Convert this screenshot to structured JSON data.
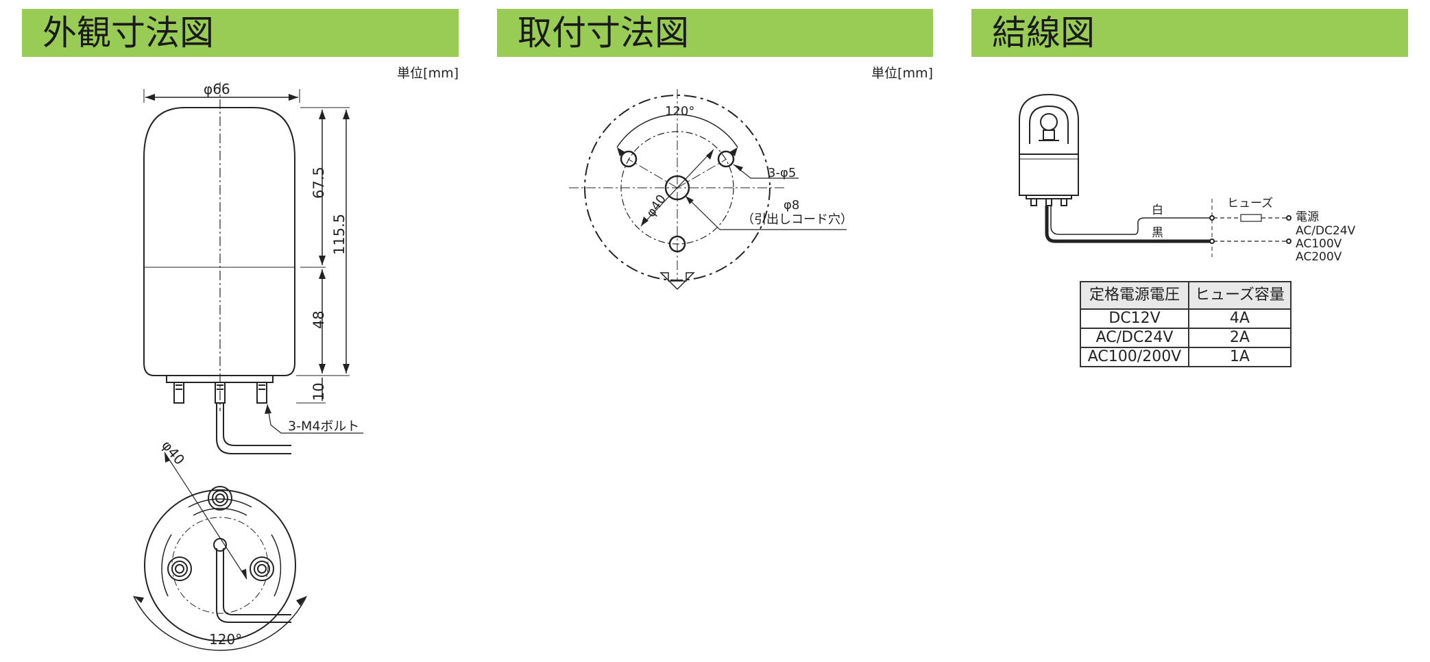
{
  "panels": {
    "external": {
      "title": "外観寸法図",
      "unit": "単位[mm]"
    },
    "mounting": {
      "title": "取付寸法図",
      "unit": "単位[mm]"
    },
    "wiring": {
      "title": "結線図"
    }
  },
  "external_dims": {
    "width": "φ66",
    "dome": "67.5",
    "total": "115.5",
    "base": "48",
    "bolt_len": "10",
    "bolts": "3-M4ボルト",
    "bottom_circle": "φ40",
    "bottom_angle": "120°"
  },
  "mounting_dims": {
    "angle": "120°",
    "holes": "3-φ5",
    "pcd": "φ40",
    "cord_hole": "φ8",
    "cord_hole_note": "（引出しコード穴）"
  },
  "wiring": {
    "white": "白",
    "black": "黒",
    "fuse": "ヒューズ",
    "power": "電源",
    "voltages": [
      "AC/DC24V",
      "AC100V",
      "AC200V"
    ]
  },
  "fuse_table": {
    "headers": [
      "定格電源電圧",
      "ヒューズ容量"
    ],
    "rows": [
      [
        "DC12V",
        "4A"
      ],
      [
        "AC/DC24V",
        "2A"
      ],
      [
        "AC100/200V",
        "1A"
      ]
    ]
  },
  "colors": {
    "header_bg": "#99cc55"
  }
}
